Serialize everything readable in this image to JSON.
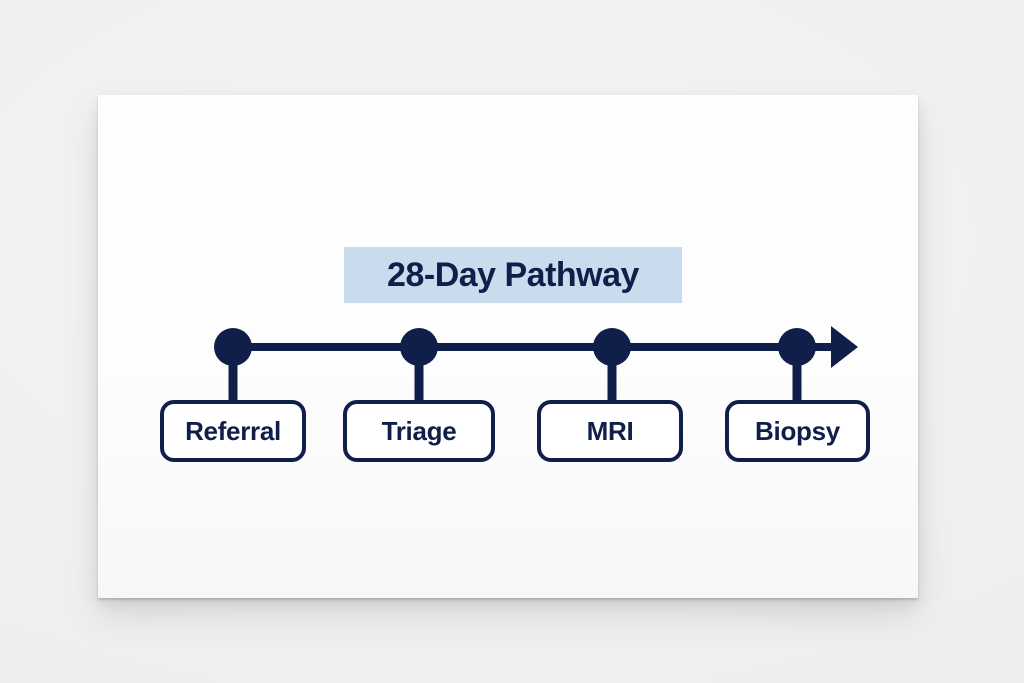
{
  "title": "28-Day Pathway",
  "colors": {
    "navy": "#101f4a",
    "highlight": "#c9dcee",
    "card": "#fdfdfd",
    "background": "#efeff0"
  },
  "timeline": {
    "direction": "left-to-right",
    "stages": [
      {
        "label": "Referral"
      },
      {
        "label": "Triage"
      },
      {
        "label": "MRI"
      },
      {
        "label": "Biopsy"
      }
    ]
  }
}
